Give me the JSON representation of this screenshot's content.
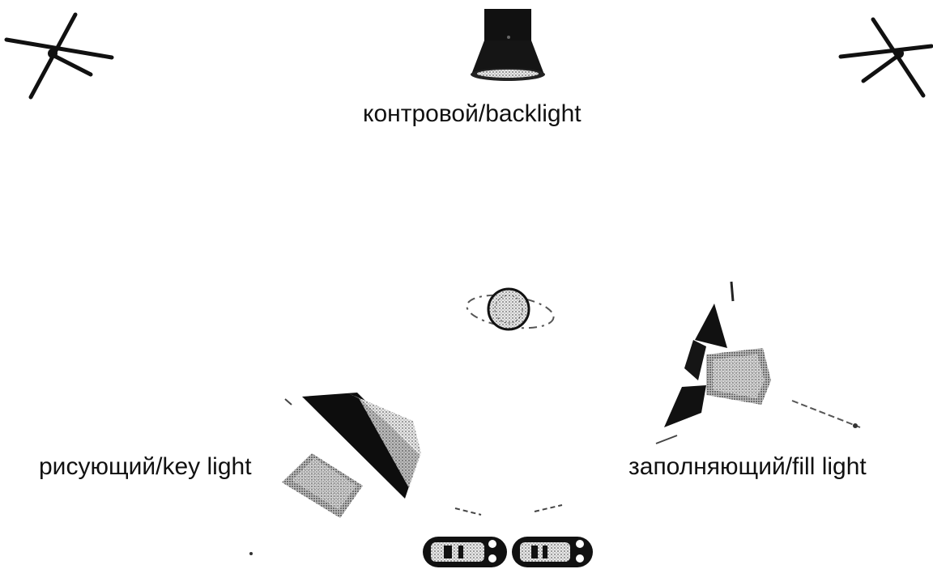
{
  "labels": {
    "backlight": "контровой/backlight",
    "key_light": "рисующий/key light",
    "fill_light": "заполняющий/fill light"
  },
  "icons": {
    "left_star": "asterisk-star-icon",
    "right_star": "asterisk-star-icon",
    "backlight_lamp": "backlight-lamp-icon",
    "subject": "subject-sphere-icon",
    "key_light_lamp": "key-light-lamp-icon",
    "fill_light_lamp": "fill-light-lamp-icon",
    "cameras": "camera-icon"
  },
  "colors": {
    "ink": "#111111",
    "background": "#ffffff"
  }
}
